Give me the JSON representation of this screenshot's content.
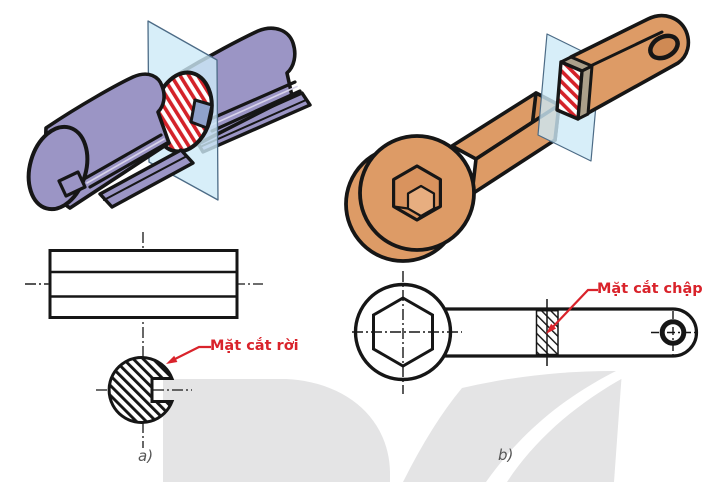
{
  "figure": {
    "panel_a": {
      "caption": "a)",
      "callout_label": "Mặt cắt rời"
    },
    "panel_b": {
      "caption": "b)",
      "callout_label": "Mặt cắt chập"
    },
    "colors": {
      "part_a_purple": "#9b95c5",
      "part_b_orange": "#dd9b66",
      "cut_face_tan": "#ab9f8a",
      "cutting_plane_blue": "#cdeaf8",
      "hatch_red": "#d42229",
      "callout_text_red": "#d9232b",
      "outline_black": "#161616",
      "watermark_gray": "#e4e4e5",
      "caption_gray": "#565656"
    }
  }
}
